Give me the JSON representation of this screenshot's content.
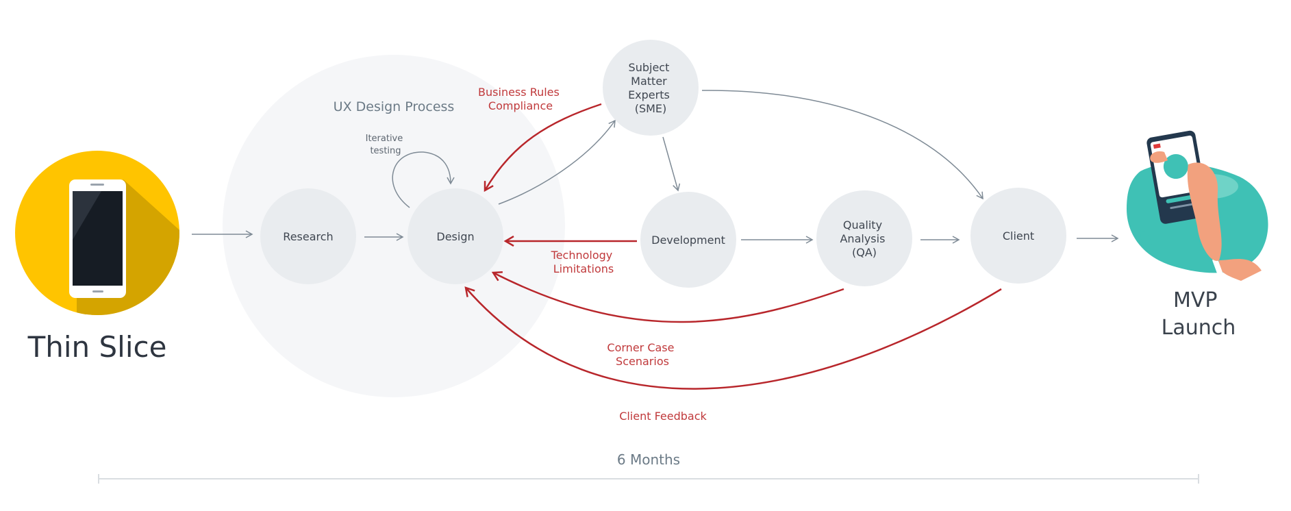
{
  "left_title": "Thin Slice",
  "right_title_line1": "MVP",
  "right_title_line2": "Launch",
  "group_label": "UX Design Process",
  "loop_label": [
    "Iterative",
    "testing"
  ],
  "nodes": {
    "research": [
      "Research"
    ],
    "design": [
      "Design"
    ],
    "sme": [
      "Subject",
      "Matter",
      "Experts",
      "(SME)"
    ],
    "development": [
      "Development"
    ],
    "qa": [
      "Quality",
      "Analysis",
      "(QA)"
    ],
    "client": [
      "Client"
    ]
  },
  "feedback_labels": {
    "business_rules": [
      "Business Rules",
      "Compliance"
    ],
    "technology": [
      "Technology",
      "Limitations"
    ],
    "corner_case": [
      "Corner Case",
      "Scenarios"
    ],
    "client_feedback": [
      "Client Feedback"
    ]
  },
  "timeline_label": "6 Months",
  "colors": {
    "node_fill": "#e9ecef",
    "group_fill": "#f5f6f8",
    "feedback_red": "#b8262b",
    "phone_circle": "#ffc400",
    "teal": "#3fc1b5"
  }
}
